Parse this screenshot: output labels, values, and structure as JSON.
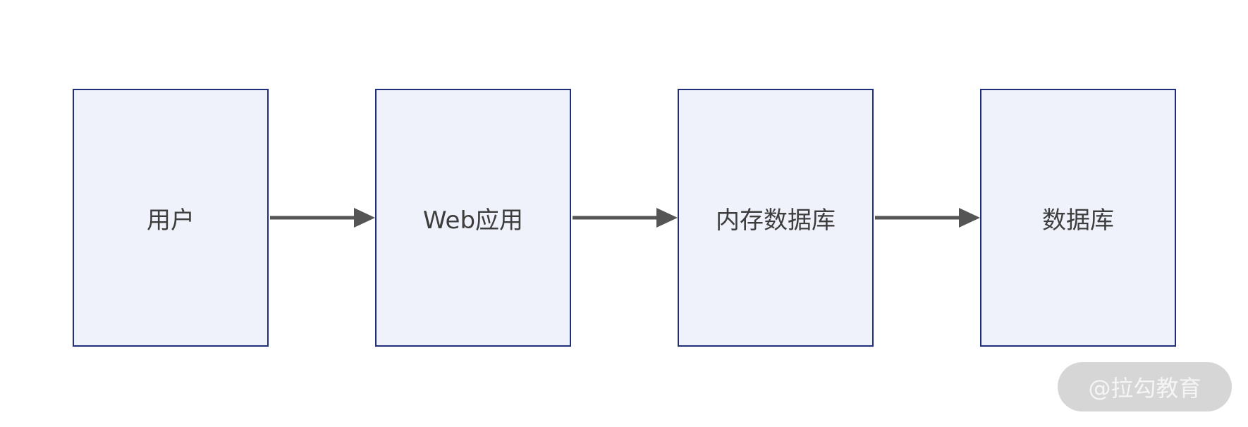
{
  "nodes": [
    {
      "label": "用户"
    },
    {
      "label": "Web应用"
    },
    {
      "label": "内存数据库"
    },
    {
      "label": "数据库"
    }
  ],
  "edges": [
    {
      "from": "用户",
      "to": "Web应用"
    },
    {
      "from": "Web应用",
      "to": "内存数据库"
    },
    {
      "from": "内存数据库",
      "to": "数据库"
    }
  ],
  "watermark": {
    "text": "@拉勾教育"
  },
  "colors": {
    "node_fill": "#eff2fb",
    "node_border": "#1f2f7a",
    "arrow": "#555555",
    "text": "#3d3d3d"
  }
}
